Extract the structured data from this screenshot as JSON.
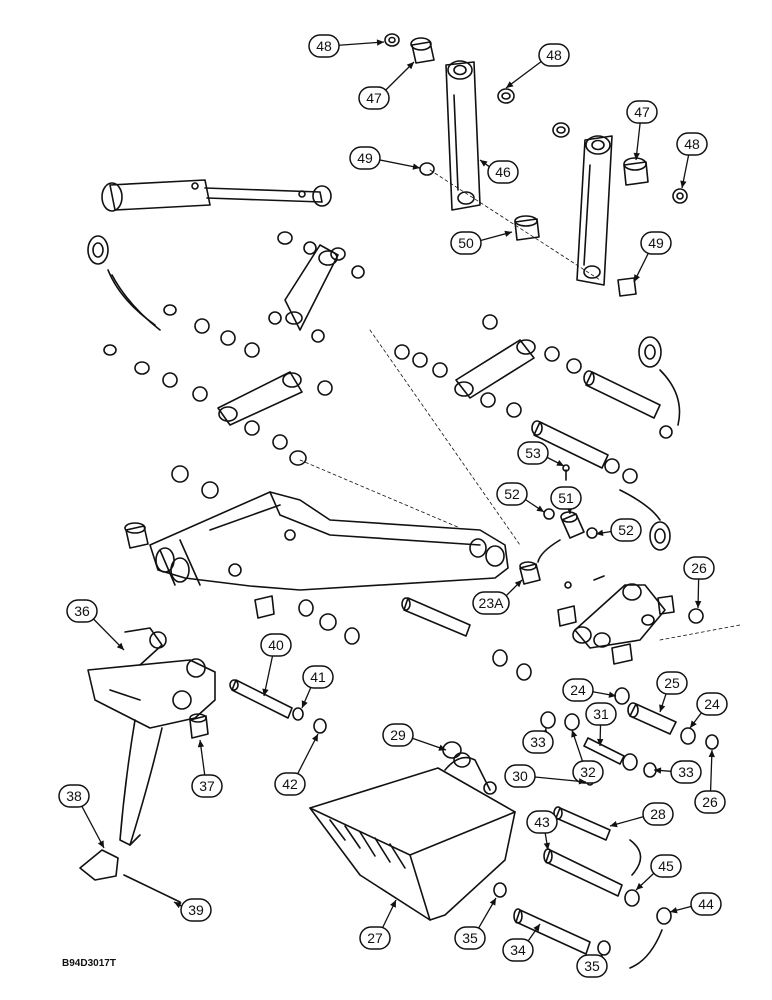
{
  "figure": {
    "code": "B94D3017T",
    "callouts": [
      "48",
      "47",
      "48",
      "47",
      "48",
      "49",
      "46",
      "50",
      "49",
      "53",
      "52",
      "51",
      "52",
      "23A",
      "26",
      "36",
      "40",
      "41",
      "42",
      "37",
      "24",
      "25",
      "24",
      "33",
      "31",
      "32",
      "33",
      "26",
      "29",
      "30",
      "28",
      "43",
      "45",
      "44",
      "38",
      "39",
      "27",
      "35",
      "34",
      "35"
    ]
  }
}
